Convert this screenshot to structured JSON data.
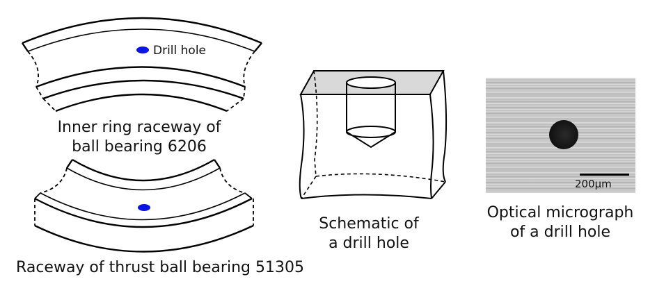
{
  "figure": {
    "panels": [
      {
        "id": "inner-ring",
        "caption_lines": [
          "Inner ring raceway of",
          "ball bearing 6206"
        ],
        "annotation": "Drill hole",
        "marker_color": "#0a14e6"
      },
      {
        "id": "thrust-raceway",
        "caption_lines": [
          "Raceway of thrust ball bearing 51305"
        ],
        "marker_color": "#0a14e6"
      },
      {
        "id": "schematic",
        "caption_lines": [
          "Schematic of",
          "a drill hole"
        ],
        "top_face_color": "#d9d9d9"
      },
      {
        "id": "micrograph",
        "caption_lines": [
          "Optical micrograph",
          "of a drill hole"
        ],
        "scale_bar_label": "200μm"
      }
    ]
  }
}
